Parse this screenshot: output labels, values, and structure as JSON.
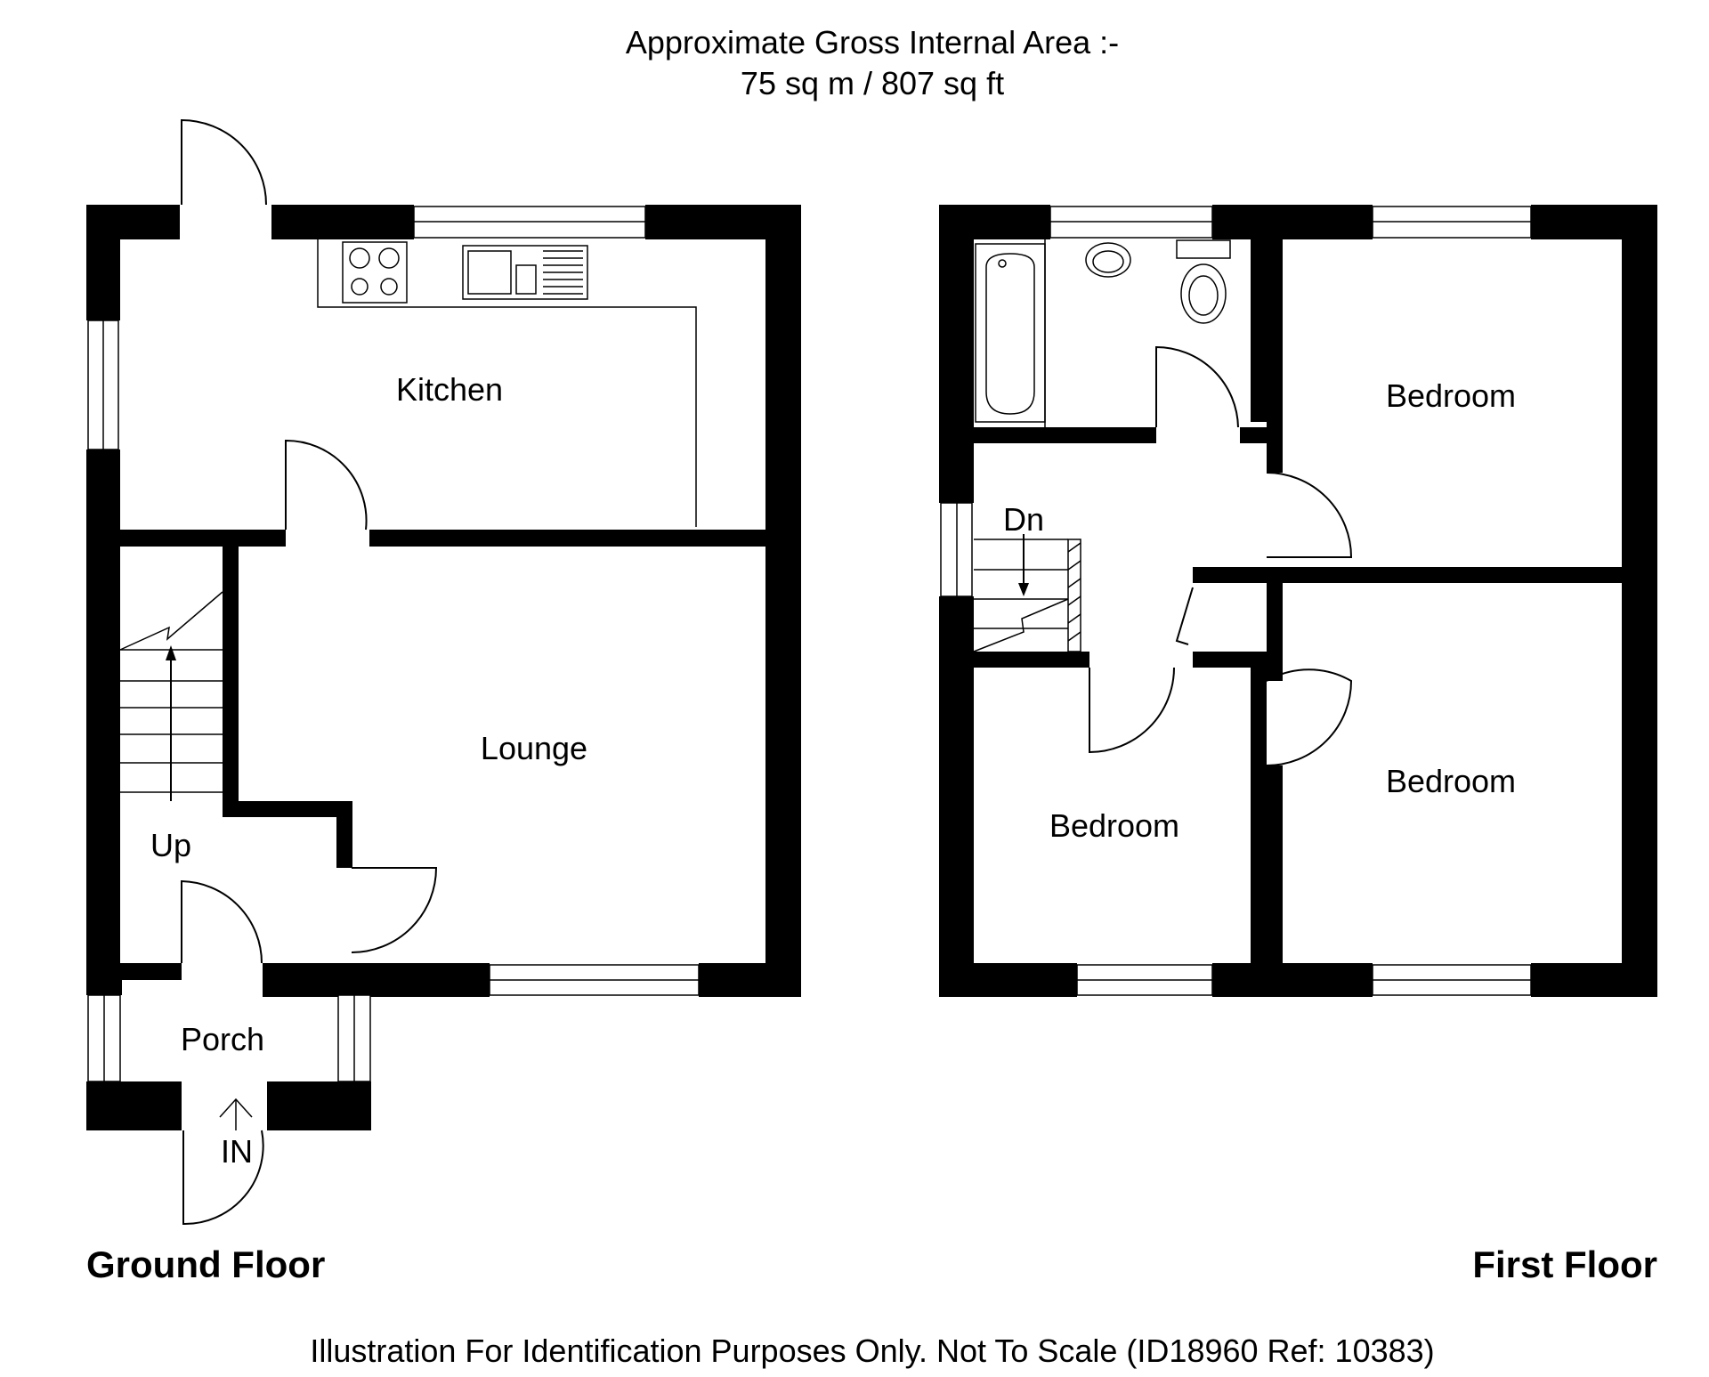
{
  "header": {
    "area_title": "Approximate Gross Internal Area :-",
    "area_value": "75 sq m / 807 sq ft"
  },
  "ground_floor": {
    "label": "Ground Floor",
    "rooms": {
      "kitchen": "Kitchen",
      "lounge": "Lounge",
      "porch": "Porch"
    },
    "stairs_label": "Up",
    "entrance_label": "IN"
  },
  "first_floor": {
    "label": "First Floor",
    "rooms": {
      "bedroom_1": "Bedroom",
      "bedroom_2": "Bedroom",
      "bedroom_3": "Bedroom"
    },
    "stairs_label": "Dn"
  },
  "footer": {
    "disclaimer": "Illustration For Identification Purposes Only. Not To Scale (ID18960 Ref: 10383)"
  }
}
